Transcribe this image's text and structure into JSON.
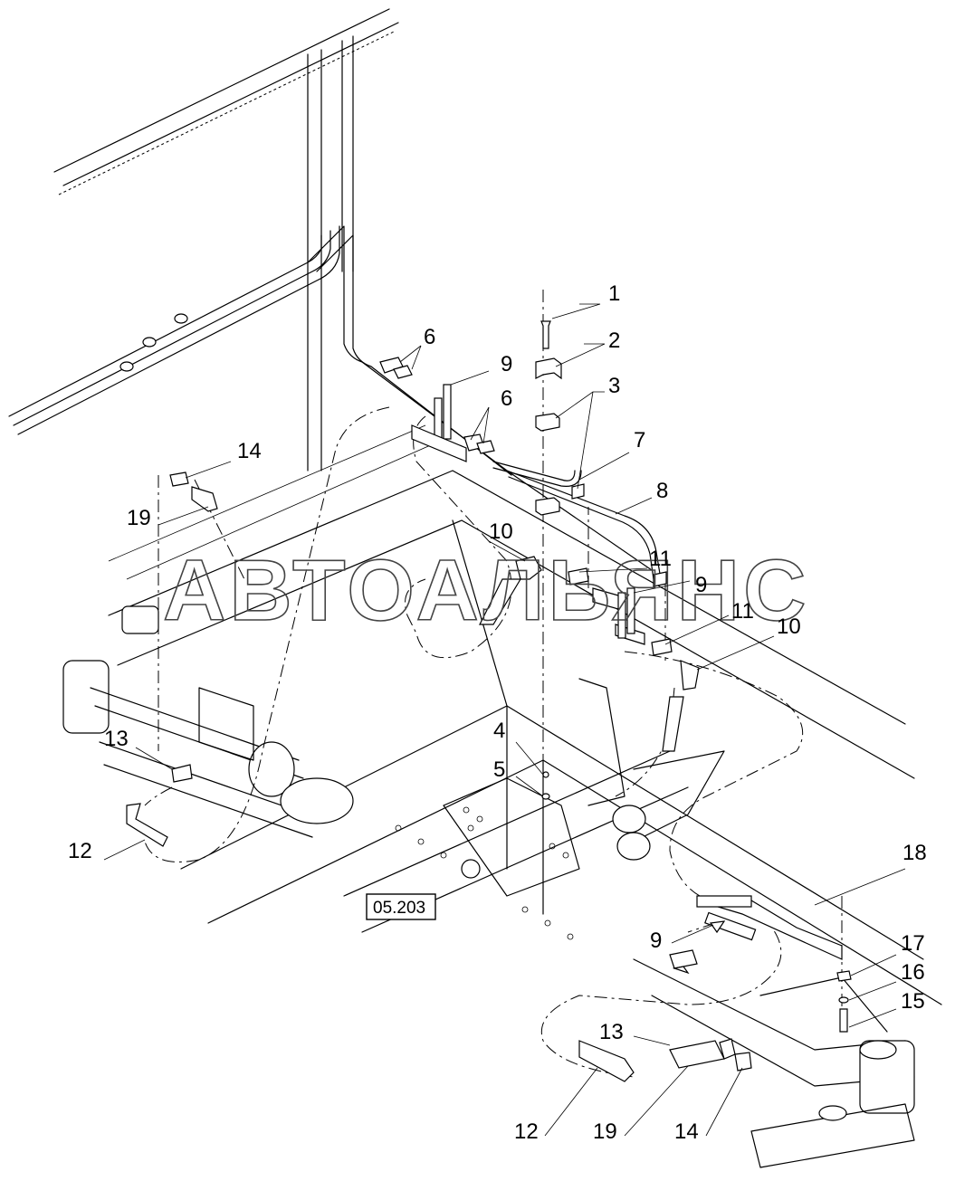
{
  "watermark": "АВТОАЛЬЯНС",
  "reference_box": "05.203",
  "callouts": {
    "c1": "1",
    "c2": "2",
    "c3": "3",
    "c4": "4",
    "c5": "5",
    "c6a": "6",
    "c6b": "6",
    "c7": "7",
    "c8": "8",
    "c9a": "9",
    "c9b": "9",
    "c9c": "9",
    "c10a": "10",
    "c10b": "10",
    "c11a": "11",
    "c11b": "11",
    "c12a": "12",
    "c12b": "12",
    "c13a": "13",
    "c13b": "13",
    "c14a": "14",
    "c14b": "14",
    "c15": "15",
    "c16": "16",
    "c17": "17",
    "c18": "18",
    "c19a": "19",
    "c19b": "19"
  }
}
